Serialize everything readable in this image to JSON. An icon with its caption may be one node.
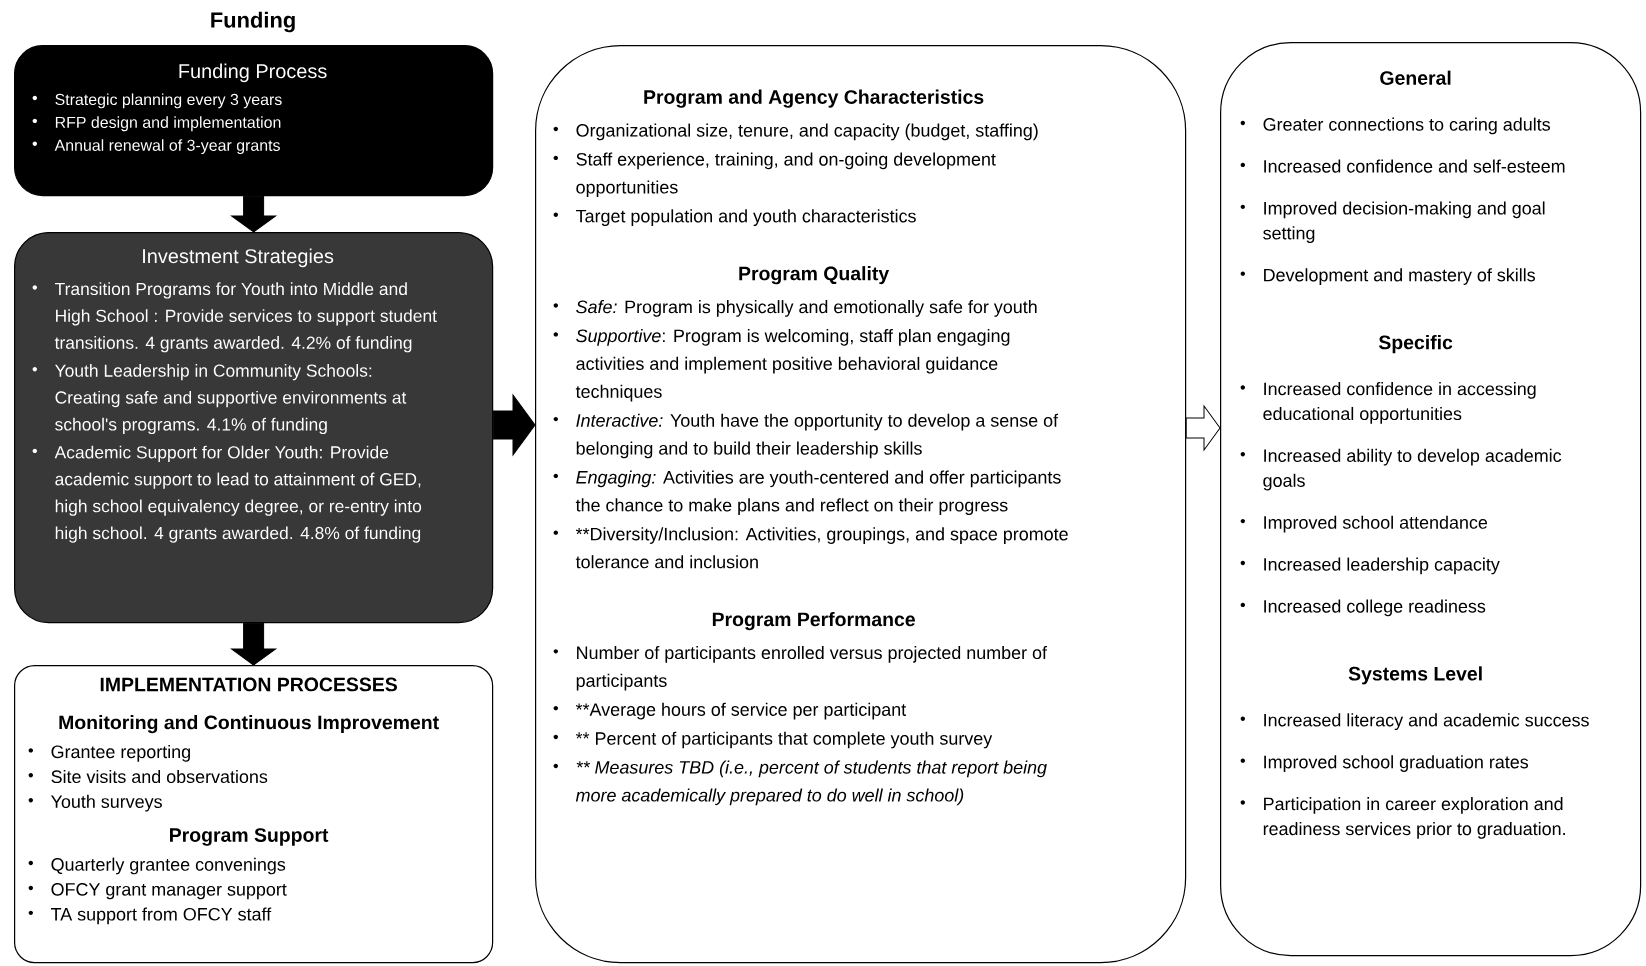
{
  "diagram": {
    "title": "Funding",
    "nodes": [
      {
        "text": [
          "Funding Process",
          "Strategic planning every 3 years",
          "RFP design and implementation",
          "Annual renewal of 3-year grants"
        ]
      },
      {
        "text": [
          "Investment Strategies",
          "Transition Programs for Youth into Middle and High School : Provide services to support student transitions. 4 grants awarded. 4.2% of funding",
          "Youth Leadership in Community Schools: Creating safe and supportive environments at school's programs. 4.1% of funding",
          "Academic Support for Older Youth: Provide academic support to lead to attainment of GED, high school equivalency degree, or re-entry into high school. 4 grants awarded. 4.8% of funding"
        ]
      },
      {
        "text": [
          "IMPLEMENTATION PROCESSES",
          "Monitoring and Continuous Improvement",
          "Grantee reporting",
          "Site visits and observations",
          "Youth surveys",
          "Program Support",
          "Quarterly grantee convenings",
          "OFCY grant manager support",
          "TA support from OFCY staff"
        ]
      },
      {
        "text": [
          "Program and Agency Characteristics",
          "Organizational size, tenure, and capacity (budget, staffing)",
          "Staff experience, training, and on-going development opportunities",
          "Target population and youth characteristics",
          "Program Quality",
          "*Safe:* Program is physically and emotionally safe for youth",
          "*Supportive*: Program is welcoming, staff plan engaging activities and implement positive behavioral guidance techniques",
          "*Interactive:* Youth have the opportunity to develop a sense of belonging and to build their leadership skills",
          "*Engaging:* Activities are youth-centered and offer participants the chance to make plans and reflect on their progress",
          "**Diversity/Inclusion: Activities, groupings, and space promote tolerance and inclusion",
          "Program Performance",
          "Number of participants enrolled versus projected number of participants",
          "**Average hours of service per participant",
          "** Percent of participants that complete youth survey",
          "** Measures TBD (i.e., percent of students that report being more academically prepared to do well in school)"
        ]
      },
      {
        "text": [
          "General",
          "Greater connections to caring adults",
          "Increased confidence and self-esteem",
          "Improved decision-making and goal setting",
          "Development and mastery of skills",
          "Specific",
          "Increased confidence in accessing educational opportunities",
          "Increased ability to develop academic goals",
          "Improved school attendance",
          "Increased leadership capacity",
          "Increased college readiness",
          "Systems Level",
          "Increased literacy and academic success",
          "Improved school graduation rates",
          "Participation in career exploration and readiness services prior to graduation."
        ]
      }
    ],
    "edges": [
      {
        "from": 0,
        "to": 1,
        "arrow": "to"
      },
      {
        "from": 1,
        "to": 2,
        "arrow": "to"
      },
      {
        "from": 1,
        "to": 3,
        "arrow": "to"
      },
      {
        "from": 3,
        "to": 4,
        "arrow": "to",
        "color": "#ffffff"
      }
    ]
  }
}
